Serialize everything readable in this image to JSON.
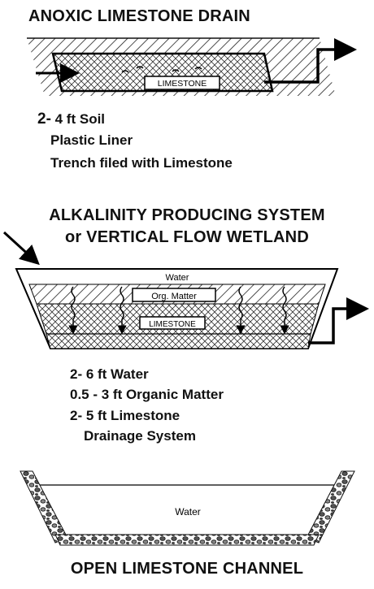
{
  "sections": {
    "anoxic": {
      "title": "ANOXIC LIMESTONE DRAIN",
      "box_label": "LIMESTONE",
      "lines": [
        {
          "prefix": "2-",
          "text": " 4 ft Soil"
        },
        {
          "text": "Plastic Liner"
        },
        {
          "text": "Trench filed with Limestone"
        }
      ]
    },
    "alkalinity": {
      "title_line1": "ALKALINITY PRODUCING SYSTEM",
      "title_line2": "or VERTICAL FLOW WETLAND",
      "water_label": "Water",
      "org_label": "Org. Matter",
      "limestone_label": "LIMESTONE",
      "lines": [
        {
          "text": "2- 6 ft Water"
        },
        {
          "text": "0.5 - 3 ft Organic Matter"
        },
        {
          "text": "2- 5 ft Limestone"
        },
        {
          "text": "Drainage System"
        }
      ]
    },
    "channel": {
      "water_label": "Water",
      "title": "OPEN LIMESTONE CHANNEL"
    }
  }
}
